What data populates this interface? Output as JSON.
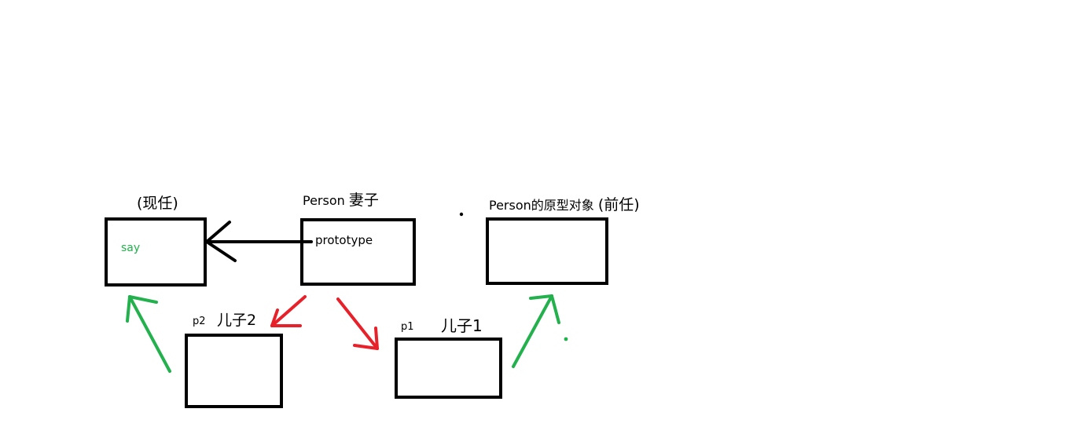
{
  "diagram": {
    "nodes": {
      "current_prototype": {
        "title": "(现任)",
        "member": "say"
      },
      "person_wife": {
        "title_en": "Person ",
        "title_cn": "妻子",
        "member": "prototype"
      },
      "former_prototype": {
        "title_en": "Person的原型对象 ",
        "title_cn": "(前任)"
      },
      "son2": {
        "tag": "p2",
        "title": "儿子2"
      },
      "son1": {
        "tag": "p1",
        "title": "儿子1"
      }
    },
    "colors": {
      "box_stroke": "#000000",
      "prototype_arrow": "#000000",
      "instance_arrow": "#e8202a",
      "proto_link_arrow": "#22b14c",
      "say_text": "#22b14c",
      "background": "#ffffff"
    }
  }
}
